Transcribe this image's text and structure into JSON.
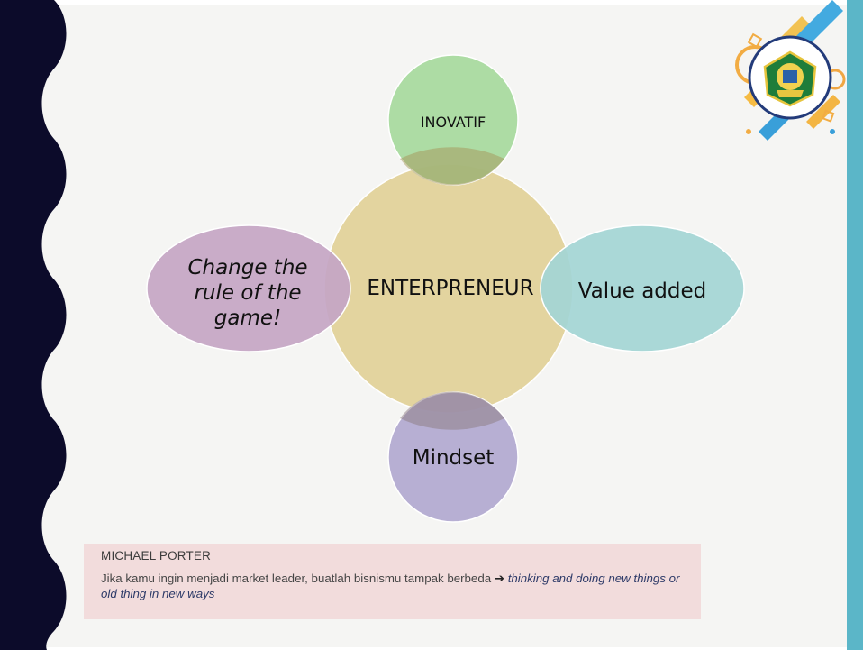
{
  "colors": {
    "left_wave_band": "#0c0b2a",
    "right_band": "#5bb6c8",
    "background": "#f5f5f3",
    "center_circle": "#e3d49e",
    "top_circle": "#a6d99d",
    "right_circle": "#a3d5d5",
    "bottom_circle": "#b1a8d0",
    "left_circle": "#c4a5c4",
    "quote_box": "#f2dcdc"
  },
  "diagram": {
    "center": "ENTERPRENEUR",
    "top": "INOVATIF",
    "right": "Value added",
    "bottom": "Mindset",
    "left": "Change the\nrule of the\ngame!"
  },
  "logo": {
    "icon": "school-emblem-icon"
  },
  "quote": {
    "title": "MICHAEL PORTER",
    "text": "Jika kamu ingin menjadi market leader, buatlah bisnismu tampak berbeda",
    "arrow": "➔",
    "emphasis": "thinking and doing new things or old thing in new ways"
  }
}
